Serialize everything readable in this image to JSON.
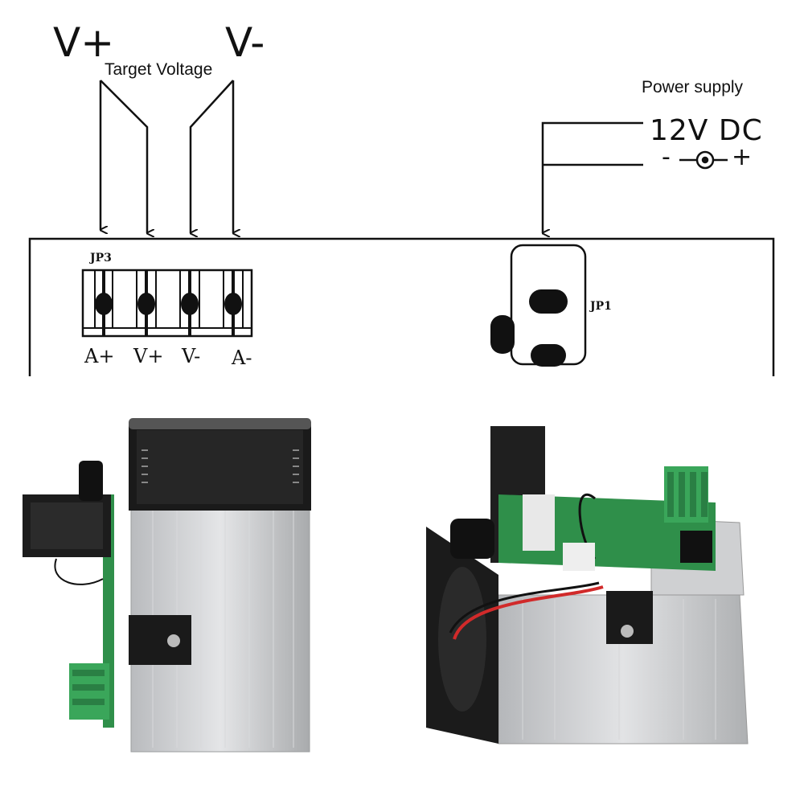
{
  "target": {
    "v_plus_label": "V+",
    "v_minus_label": "V-",
    "title": "Target Voltage"
  },
  "power": {
    "title": "Power supply",
    "voltage": "12V DC",
    "polarity_minus": "-",
    "polarity_plus": "+"
  },
  "board": {
    "jp3_label": "JP3",
    "jp1_label": "JP1",
    "pins": [
      "A+",
      "V+",
      "V-",
      "A-"
    ]
  },
  "colors": {
    "line": "#111111",
    "terminal_green": "#3aa65a",
    "pcb_green": "#2f8f4a",
    "heatsink": "#c9cbcd",
    "fan": "#1a1a1a",
    "wire_red": "#d12a2a"
  }
}
